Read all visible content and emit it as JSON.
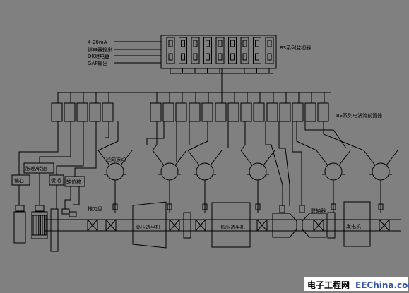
{
  "monitor": {
    "inputs": [
      "4-20mA",
      "继电器输出",
      "OK继电器",
      "GAP输出"
    ],
    "label": "BS系列监视器"
  },
  "sensor_bus": {
    "label": "BS系列电涡流前置器"
  },
  "instruments": {
    "eccentric": "偏心",
    "expansion": "胀差/转速",
    "key_phase": "键相",
    "displacement": "轴位移"
  },
  "shaft": {
    "thrust": "推力盘",
    "vibration_probe": "径向振动",
    "coupling": "联轴器"
  },
  "machines": {
    "hp_turbine": "高压透平机",
    "lp_turbine": "低压透平机",
    "generator": "发电机"
  },
  "watermark": {
    "cn": "电子工程网",
    "en": "EEChina.com"
  },
  "colors": {
    "background": "#808080",
    "line": "#000000",
    "watermark_bg": "#ffffff"
  }
}
